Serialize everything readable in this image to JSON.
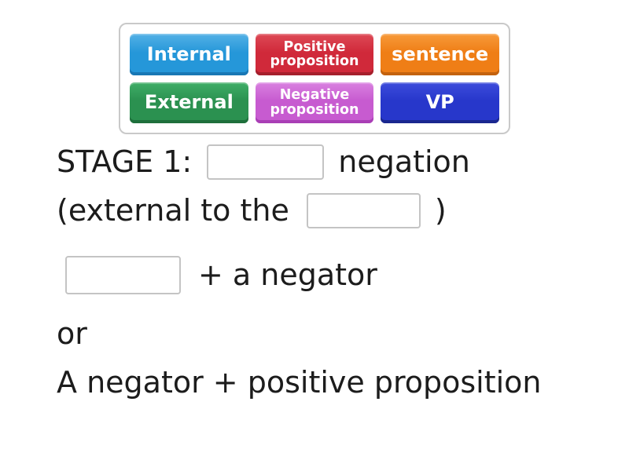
{
  "word_bank": {
    "items": [
      {
        "label": "Internal",
        "color": "#2597d9",
        "color_light": "#54b1e6",
        "color_dark": "#1877b4"
      },
      {
        "label": "Positive proposition",
        "color": "#d0293a",
        "color_light": "#de4a56",
        "color_dark": "#a51f2c"
      },
      {
        "label": "sentence",
        "color": "#ef7e16",
        "color_light": "#f79a3a",
        "color_dark": "#c3620e"
      },
      {
        "label": "External",
        "color": "#2b9150",
        "color_light": "#3fae67",
        "color_dark": "#1e6f3b"
      },
      {
        "label": "Negative proposition",
        "color": "#c75bd0",
        "color_light": "#d981e0",
        "color_dark": "#a93eb5"
      },
      {
        "label": "VP",
        "color": "#2737cb",
        "color_light": "#3d4cdc",
        "color_dark": "#1a278f"
      }
    ]
  },
  "sentence": {
    "line1_prefix": "STAGE 1:",
    "line1_suffix": "negation",
    "line2_prefix": "(external to the",
    "line2_suffix": ")",
    "line3_suffix": "+ a negator",
    "line4": "or",
    "line5": "A negator + positive proposition"
  },
  "blanks": [
    {
      "value": ""
    },
    {
      "value": ""
    },
    {
      "value": ""
    }
  ]
}
